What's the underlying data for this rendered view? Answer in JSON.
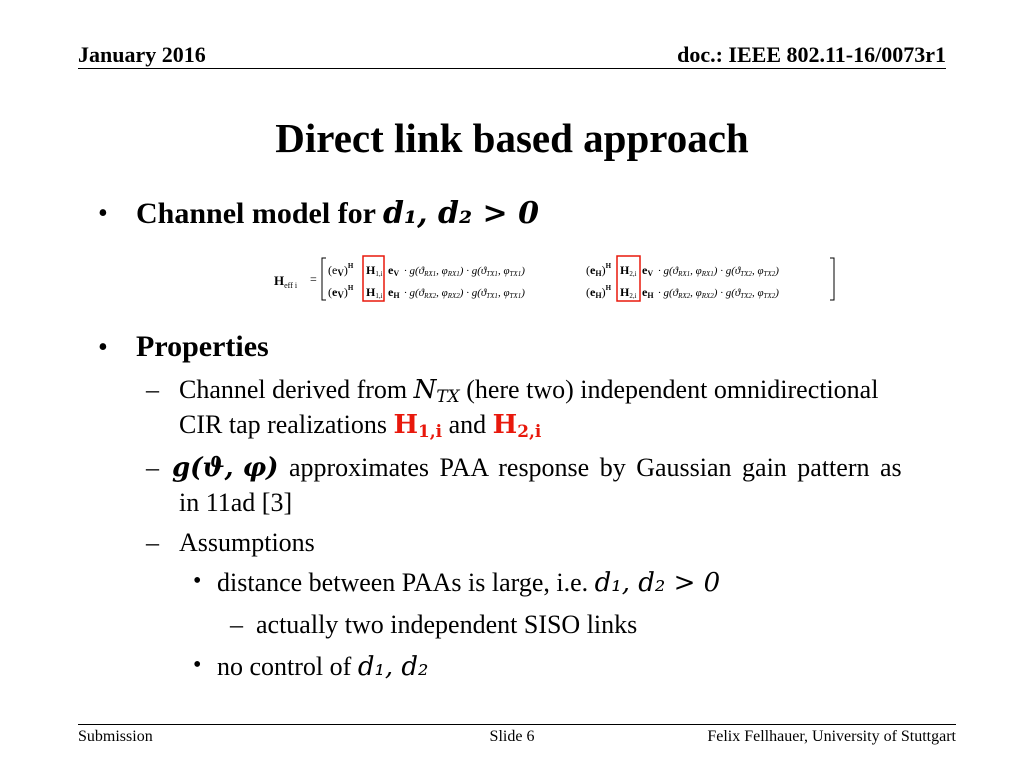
{
  "header": {
    "date": "January 2016",
    "doc": "doc.: IEEE 802.11-16/0073r1"
  },
  "title": "Direct link based approach",
  "bullet1": {
    "text": "Channel model for ",
    "math": "d₁, d₂ > 0"
  },
  "equation": {
    "lhs": "H",
    "lhs_sub": "eff  i",
    "r1c1": "(e",
    "r1c1b": "V",
    "r1c1c": ")",
    "sup": "H",
    "h11": "H",
    "h11_sub": "1,i",
    "r1c1e": "e",
    "r1c1e_sub": "V",
    "g_rx1": "· g(ϑ",
    "rx1": "RX1",
    "comma": ", φ",
    "tx1": "TX1",
    "tx2": "TX2",
    "rx2": "RX2",
    "h2": "H",
    "h2_sub": "2,i",
    "eh_sub": "H"
  },
  "bullet2": {
    "text": "Properties"
  },
  "sub1": {
    "line1_a": "Channel derived from ",
    "line1_math": "N",
    "line1_math_sub": "TX",
    "line1_b": " (here two) independent omnidirectional",
    "line2_a": "CIR tap realizations ",
    "h1": "H",
    "h1_sub": "1,i",
    "and": " and ",
    "h2": "H",
    "h2_sub": "2,i"
  },
  "sub2": {
    "math": "g(ϑ, φ)",
    "line1": " approximates PAA response by Gaussian gain pattern as",
    "line2": "in 11ad [3]"
  },
  "sub3": {
    "text": "Assumptions"
  },
  "sub3a": {
    "text": "distance between PAAs is large, i.e. ",
    "math": "d₁, d₂ > 0"
  },
  "sub3a1": {
    "text": "actually two independent SISO links"
  },
  "sub3b": {
    "text": "no control of ",
    "math": "d₁, d₂"
  },
  "footer": {
    "left": "Submission",
    "center": "Slide 6",
    "right": "Felix Fellhauer, University of Stuttgart"
  }
}
